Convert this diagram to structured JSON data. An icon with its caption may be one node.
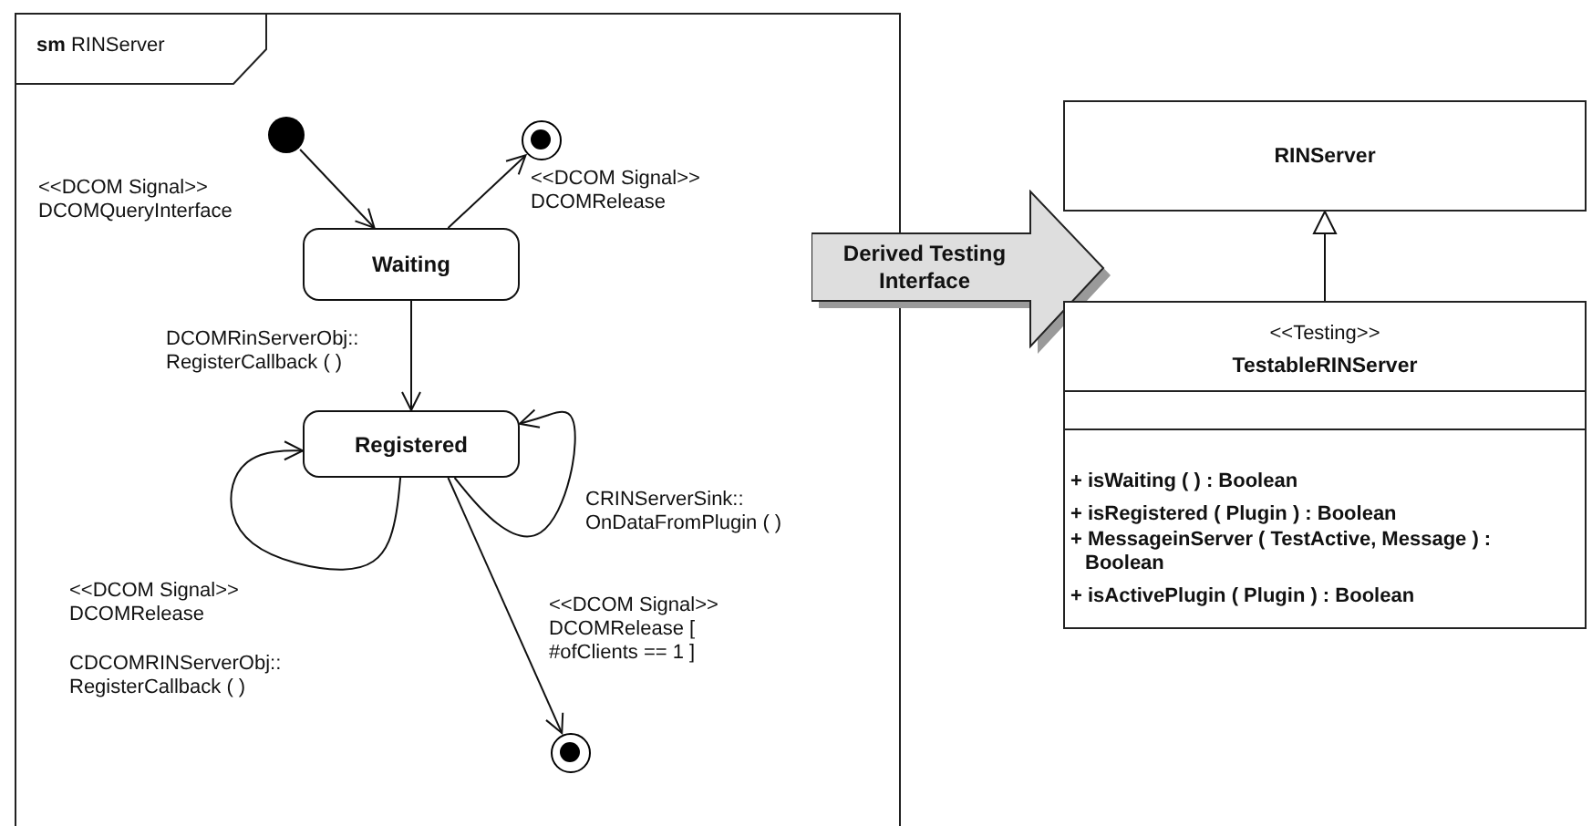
{
  "diagram": {
    "nodes": [
      {
        "text": [
          "**sm** RINServer"
        ]
      },
      {
        "text": [],
        "shape": "dot",
        "in": 0
      },
      {
        "text": [],
        "shape": "circle",
        "in": 0
      },
      {
        "text": [
          "Waiting"
        ],
        "in": 0
      },
      {
        "text": [
          "Registered"
        ],
        "in": 0
      },
      {
        "text": [],
        "shape": "circle",
        "in": 0
      },
      {
        "text": [
          "Derived Testing Interface"
        ]
      },
      {
        "text": [
          "RINServer"
        ]
      },
      {
        "text": [
          "<<Testing>>",
          "TestableRINServer",
          "+ isWaiting ( ) : Boolean",
          "+ isRegistered ( Plugin ) : Boolean",
          "+ MessageinServer ( TestActive, Message ) : Boolean",
          "+ isActivePlugin ( Plugin ) : Boolean"
        ]
      }
    ],
    "edges": [
      {
        "from": 1,
        "to": 3,
        "arrow": "to",
        "label": "<<DCOM Signal>> DCOMQueryInterface"
      },
      {
        "from": 3,
        "to": 2,
        "arrow": "to",
        "label": "<<DCOM Signal>> DCOMRelease"
      },
      {
        "from": 3,
        "to": 4,
        "arrow": "to",
        "label": "DCOMRinServerObj:: RegisterCallback ( )"
      },
      {
        "from": 4,
        "to": 4,
        "arrow": "to",
        "label": "CRINServerSink:: OnDataFromPlugin ( )"
      },
      {
        "from": 4,
        "to": 4,
        "arrow": "to",
        "label": "<<DCOM Signal>> DCOMRelease"
      },
      {
        "from": 4,
        "to": 5,
        "arrow": "to",
        "label": "<<DCOM Signal>> DCOMRelease [ #ofClients == 1 ]"
      },
      {
        "from": 8,
        "to": 7,
        "arrow": "to"
      }
    ],
    "labels": [
      "CDCOMRINServerObj:: RegisterCallback ( )"
    ]
  }
}
